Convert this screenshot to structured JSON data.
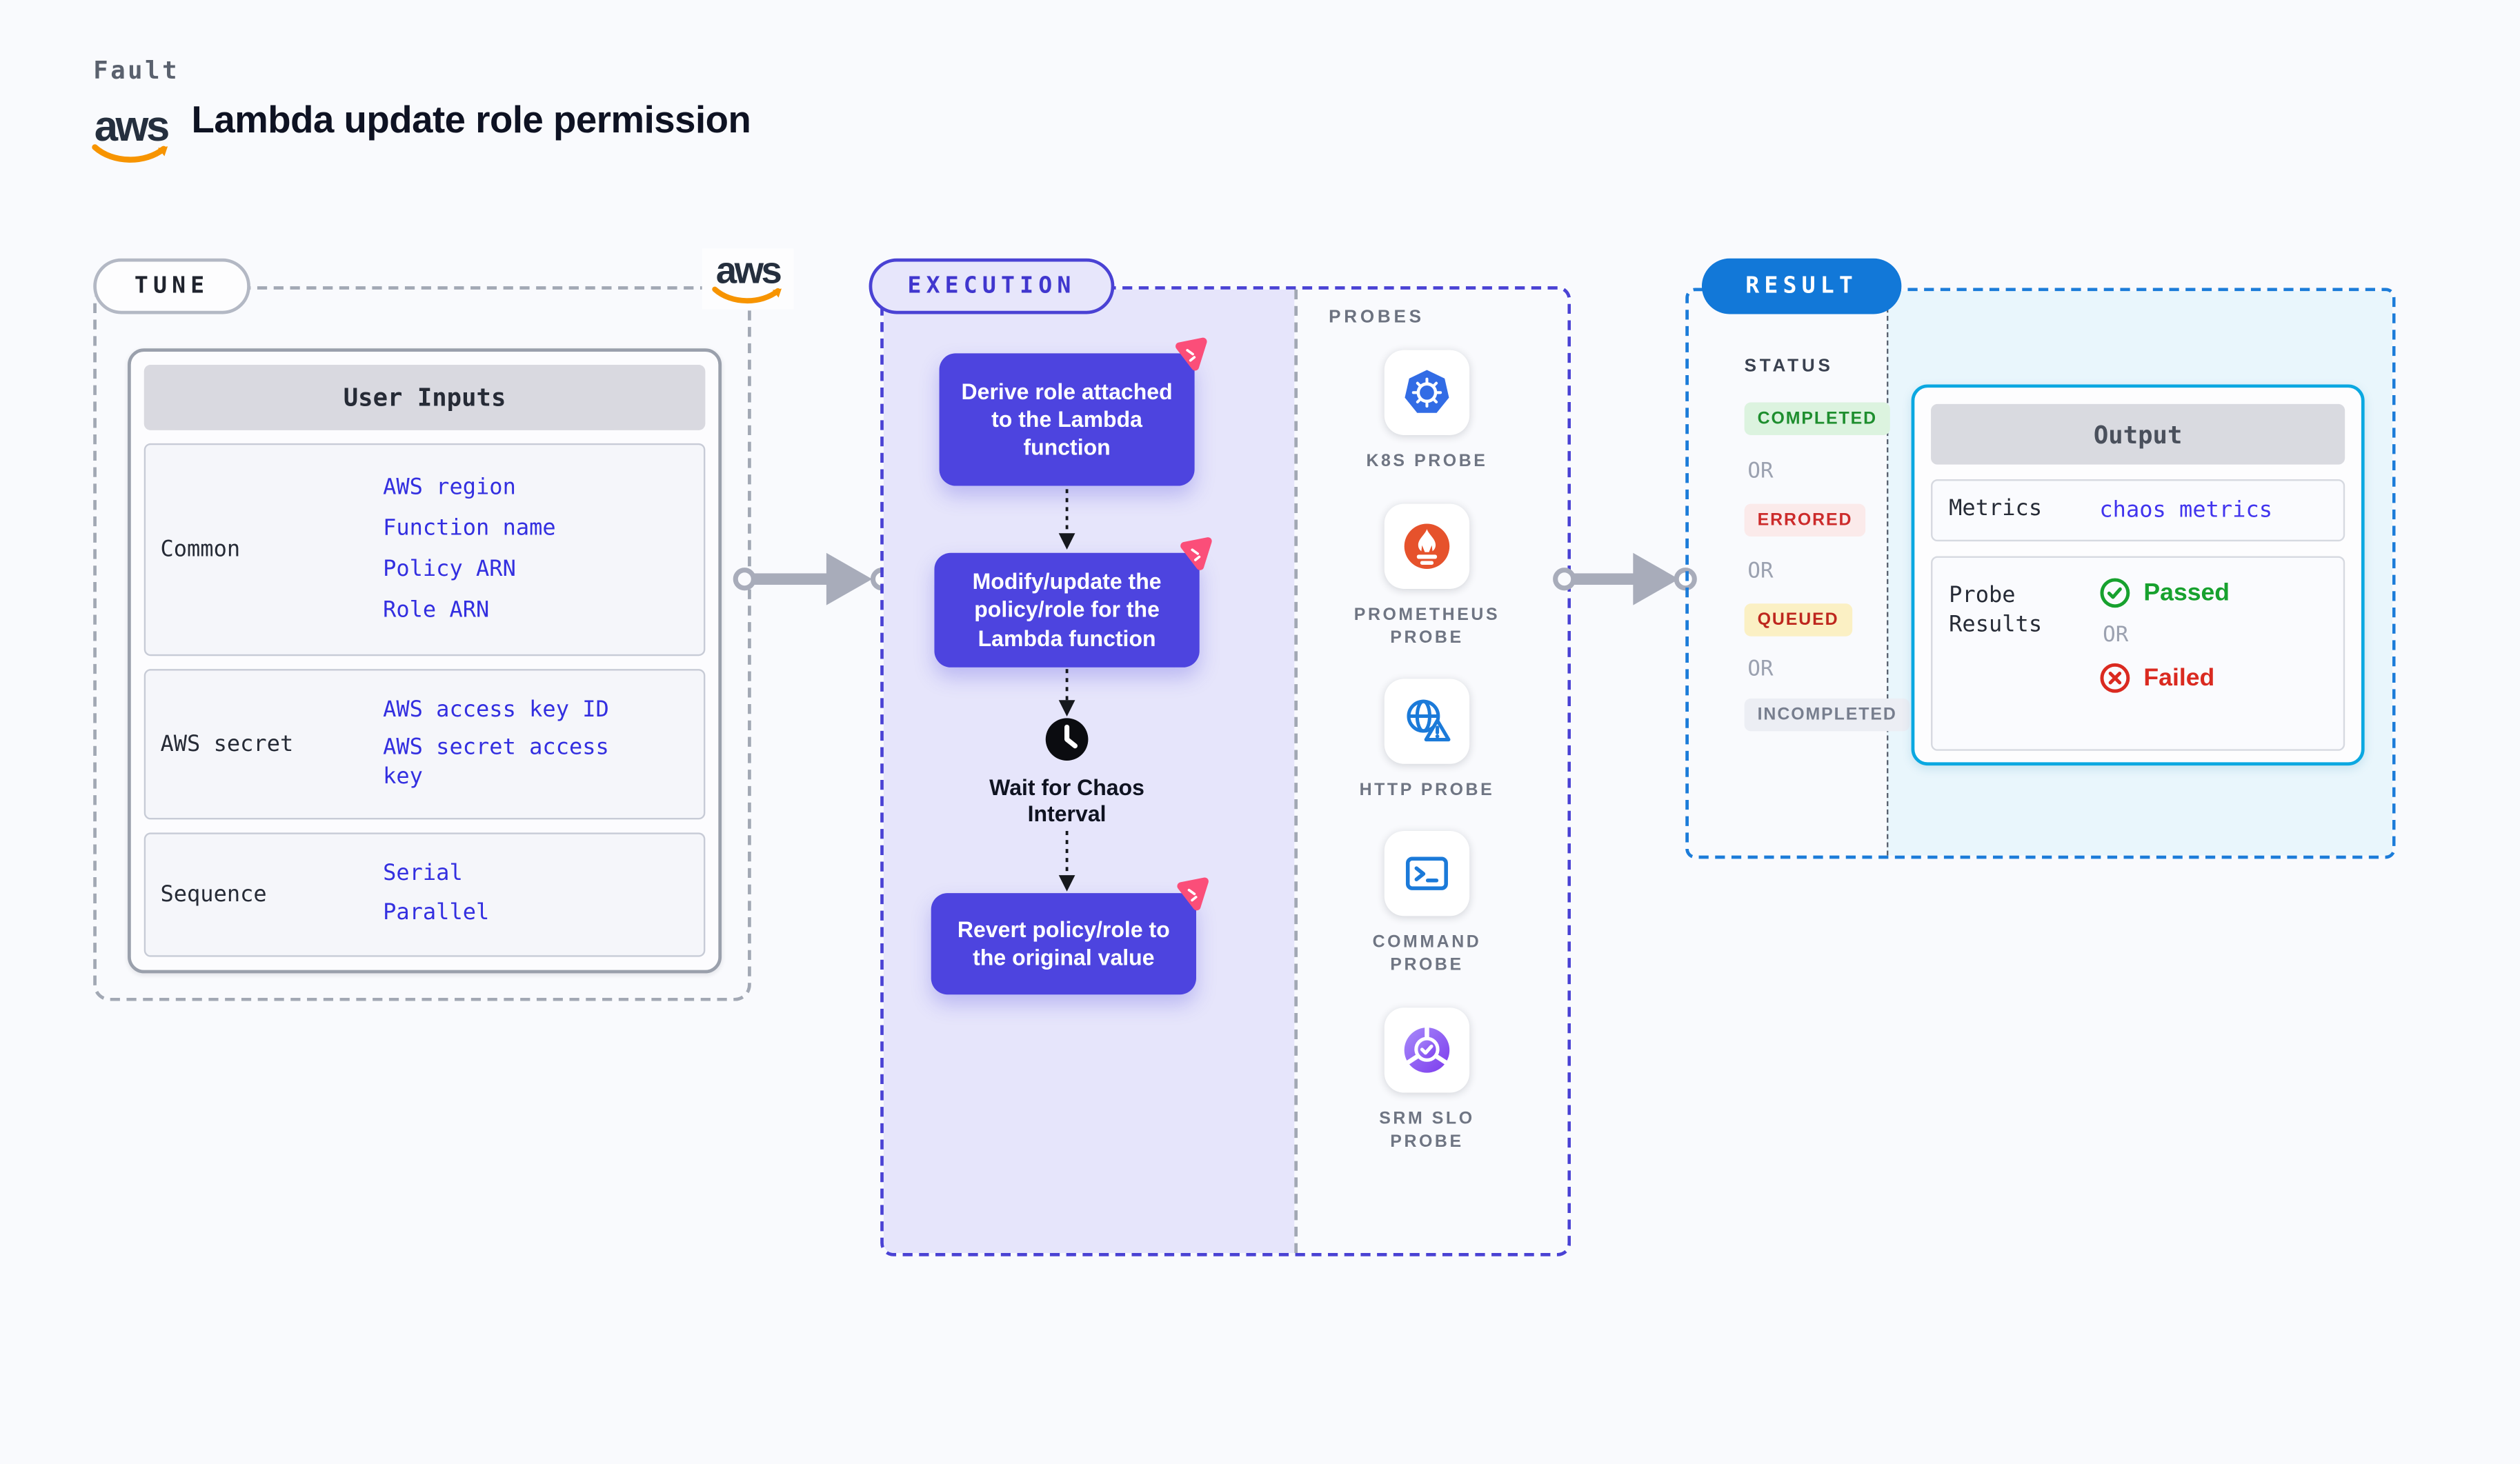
{
  "header": {
    "eyebrow": "Fault",
    "title": "Lambda update role permission",
    "aws_wordmark": "aws"
  },
  "tune": {
    "badge": "TUNE",
    "table": {
      "title": "User Inputs",
      "rows": [
        {
          "label": "Common",
          "values": [
            "AWS region",
            "Function name",
            "Policy ARN",
            "Role ARN"
          ]
        },
        {
          "label": "AWS secret",
          "values": [
            "AWS access key ID",
            "AWS secret access key"
          ]
        },
        {
          "label": "Sequence",
          "values": [
            "Serial",
            "Parallel"
          ]
        }
      ]
    }
  },
  "execution": {
    "badge": "EXECUTION",
    "steps": [
      {
        "text": "Derive role attached to the Lambda function",
        "icon": "chaos-scenario-pink-icon"
      },
      {
        "text": "Modify/update the policy/role for the Lambda function",
        "icon": "chaos-scenario-pink-icon"
      },
      {
        "text": "Revert policy/role to the original value",
        "icon": "chaos-scenario-pink-icon"
      }
    ],
    "wait_label": "Wait for Chaos Interval",
    "wait_icon": "clock-icon"
  },
  "probes": {
    "heading": "PROBES",
    "items": [
      {
        "label": "K8S PROBE",
        "icon": "kubernetes-icon"
      },
      {
        "label": "PROMETHEUS PROBE",
        "icon": "prometheus-icon"
      },
      {
        "label": "HTTP PROBE",
        "icon": "globe-warning-icon"
      },
      {
        "label": "COMMAND PROBE",
        "icon": "terminal-icon"
      },
      {
        "label": "SRM SLO PROBE",
        "icon": "slo-pie-check-icon"
      }
    ]
  },
  "result": {
    "badge": "RESULT",
    "status": {
      "heading": "STATUS",
      "separator": "OR",
      "items": [
        {
          "label": "COMPLETED",
          "color": "#1E8E2E"
        },
        {
          "label": "ERRORED",
          "color": "#CC2B2B"
        },
        {
          "label": "QUEUED",
          "color": "#BE271E"
        },
        {
          "label": "INCOMPLETED",
          "color": "#777E8E"
        }
      ]
    },
    "output": {
      "title": "Output",
      "metrics_label": "Metrics",
      "metrics_value": "chaos metrics",
      "probe_results_label": "Probe Results",
      "passed_label": "Passed",
      "or_label": "OR",
      "failed_label": "Failed"
    }
  },
  "colors": {
    "page_bg": "#F9FAFD",
    "accent_indigo": "#4D44DF",
    "execution_border": "#4A42D4",
    "lavender_fill": "#E6E5FB",
    "result_blue": "#1278D8",
    "result_cyan_fill": "#E9F6FC",
    "output_border": "#0BA8E1",
    "input_value_blue": "#332FE0",
    "passed_green": "#17A12E",
    "failed_red": "#DA2A20",
    "kubernetes_blue": "#326CE5",
    "prometheus_orange": "#E6522C",
    "chaos_pink": "#FB4E79",
    "aws_orange": "#F79400",
    "connector_gray": "#A8ACBA"
  }
}
